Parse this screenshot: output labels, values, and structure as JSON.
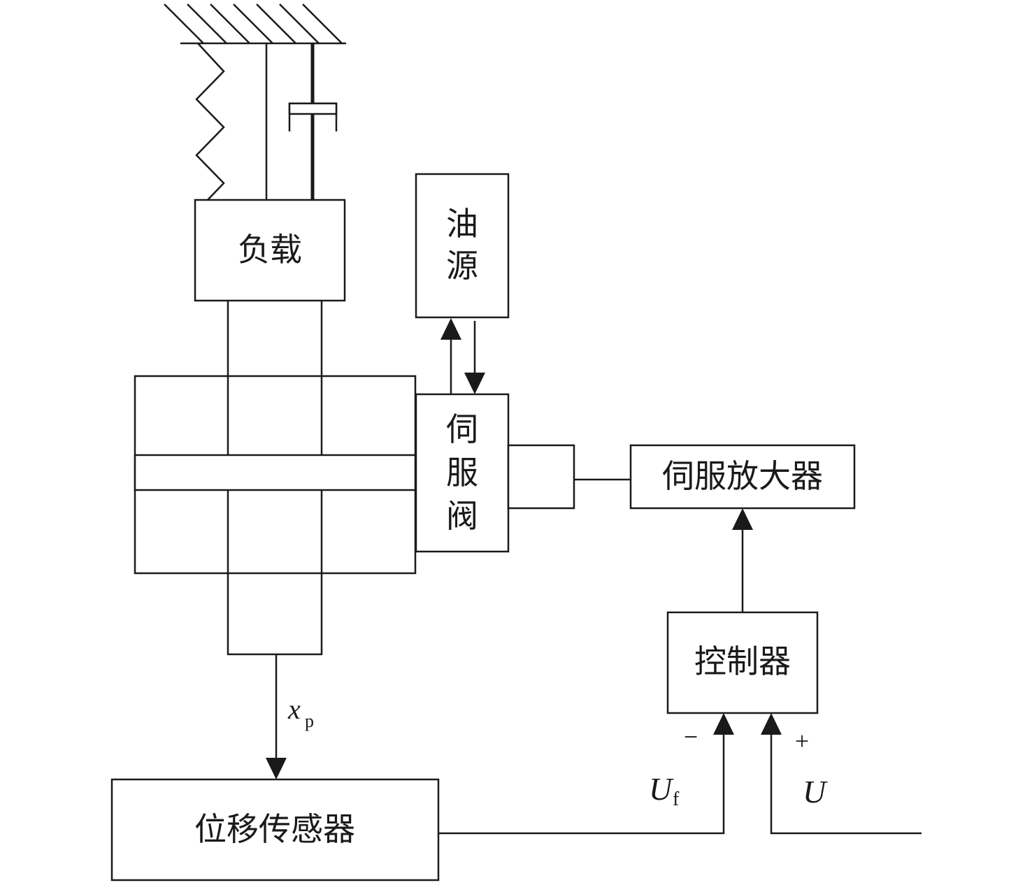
{
  "labels": {
    "load": "负载",
    "oil_source_1": "油",
    "oil_source_2": "源",
    "servo_valve_1": "伺",
    "servo_valve_2": "服",
    "servo_valve_3": "阀",
    "servo_amplifier": "伺服放大器",
    "controller": "控制器",
    "displacement_sensor": "位移传感器",
    "xp_main": "x",
    "xp_sub": "p",
    "uf_main": "U",
    "uf_sub": "f",
    "u_ref": "U",
    "minus_sign": "−",
    "plus_sign": "+"
  }
}
